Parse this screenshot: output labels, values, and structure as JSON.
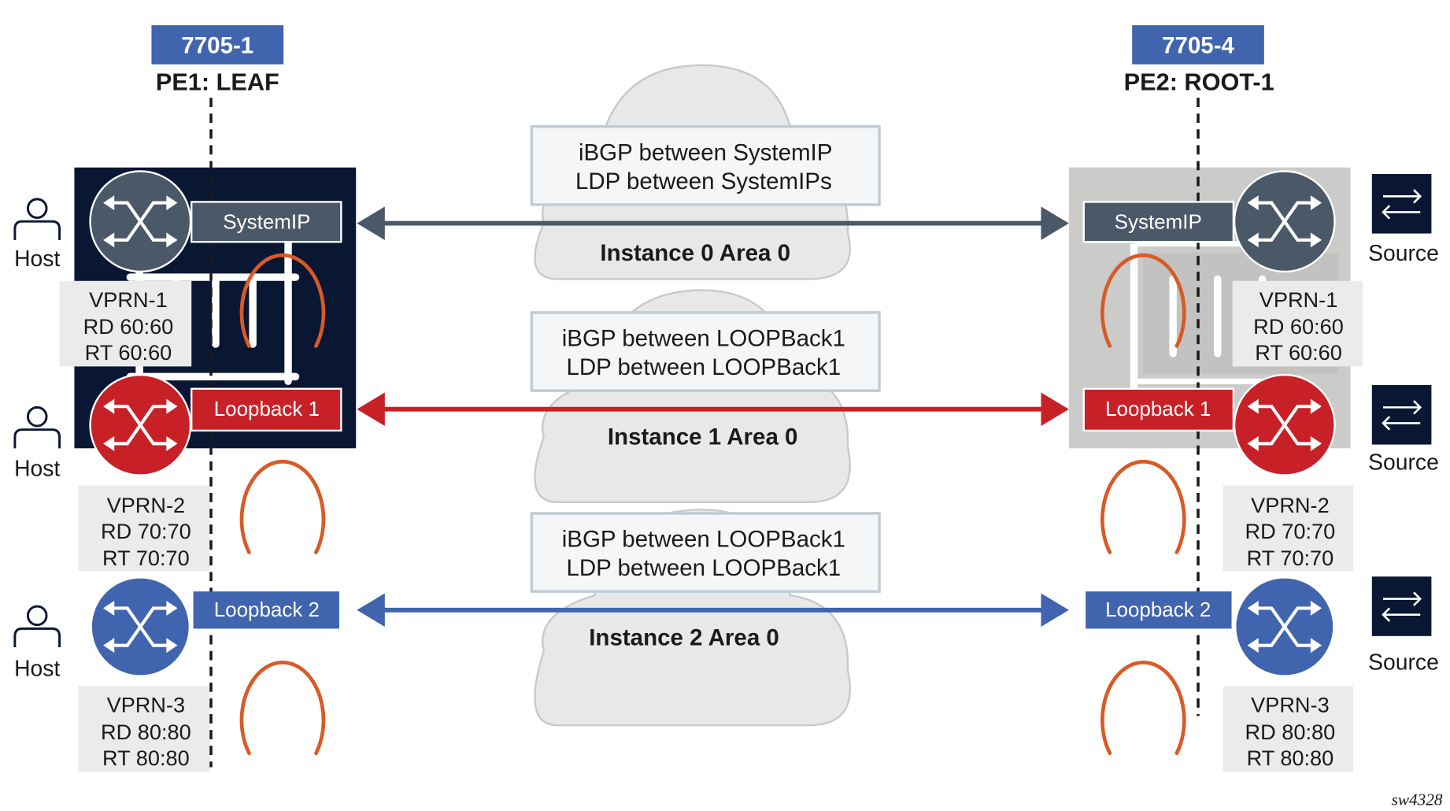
{
  "colors": {
    "navy": "#0a1733",
    "slate": "#4b5867",
    "red": "#c72127",
    "blue": "#4064ad",
    "orange": "#d85a26",
    "gray_panel": "#cbcbca",
    "vprn_bg": "#ebebeb",
    "cloud": "#e8e8e8",
    "note_bg": "#f4f6f8",
    "note_border": "#c3ccd6"
  },
  "pe1": {
    "id_label": "7705-1",
    "role_label": "PE1: LEAF",
    "interfaces": [
      "SystemIP",
      "Loopback 1",
      "Loopback 2"
    ],
    "vprns": [
      {
        "name": "VPRN-1",
        "rd": "RD 60:60",
        "rt": "RT 60:60"
      },
      {
        "name": "VPRN-2",
        "rd": "RD 70:70",
        "rt": "RT 70:70"
      },
      {
        "name": "VPRN-3",
        "rd": "RD 80:80",
        "rt": "RT 80:80"
      }
    ],
    "hosts": [
      "Host",
      "Host",
      "Host"
    ]
  },
  "pe2": {
    "id_label": "7705-4",
    "role_label": "PE2: ROOT-1",
    "interfaces": [
      "SystemIP",
      "Loopback 1",
      "Loopback 2"
    ],
    "vprns": [
      {
        "name": "VPRN-1",
        "rd": "RD 60:60",
        "rt": "RT 60:60"
      },
      {
        "name": "VPRN-2",
        "rd": "RD 70:70",
        "rt": "RT 70:70"
      },
      {
        "name": "VPRN-3",
        "rd": "RD 80:80",
        "rt": "RT 80:80"
      }
    ],
    "sources": [
      "Source",
      "Source",
      "Source"
    ]
  },
  "links": [
    {
      "line1": "iBGP between SystemIP",
      "line2": "LDP between SystemIPs",
      "instance": "Instance 0 Area 0"
    },
    {
      "line1": "iBGP between LOOPBack1",
      "line2": "LDP between LOOPBack1",
      "instance": "Instance 1 Area 0"
    },
    {
      "line1": "iBGP between LOOPBack1",
      "line2": "LDP between LOOPBack1",
      "instance": "Instance 2 Area 0"
    }
  ],
  "figure_id": "sw4328"
}
